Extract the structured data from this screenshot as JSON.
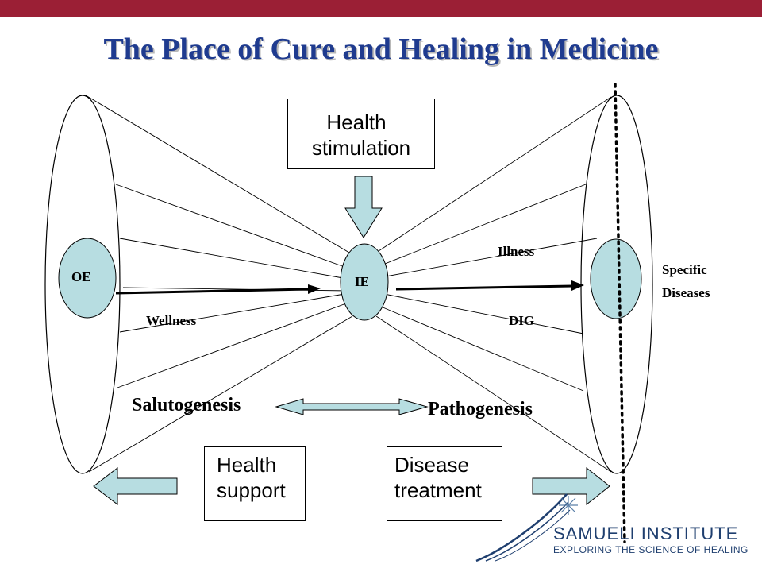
{
  "title": "The Place of Cure and Healing in Medicine",
  "colors": {
    "top_bar": "#9b1f35",
    "title": "#1f3b8f",
    "node_fill": "#b7dde1",
    "arrow_fill": "#b7dde1",
    "logo": "#1f3f6f"
  },
  "nodes": {
    "oe": "OE",
    "ie": "IE",
    "specific_diseases_line1": "Specific",
    "specific_diseases_line2": "Diseases"
  },
  "labels": {
    "wellness": "Wellness",
    "illness": "Illness",
    "dig": "DIG",
    "salutogenesis": "Salutogenesis",
    "pathogenesis": "Pathogenesis"
  },
  "boxes": {
    "health_stimulation": [
      "Health",
      "stimulation"
    ],
    "health_support": [
      "Health",
      "support"
    ],
    "disease_treatment": [
      "Disease",
      "treatment"
    ]
  },
  "logo": {
    "name": "SAMUELI INSTITUTE",
    "tagline": "EXPLORING THE SCIENCE OF HEALING"
  }
}
